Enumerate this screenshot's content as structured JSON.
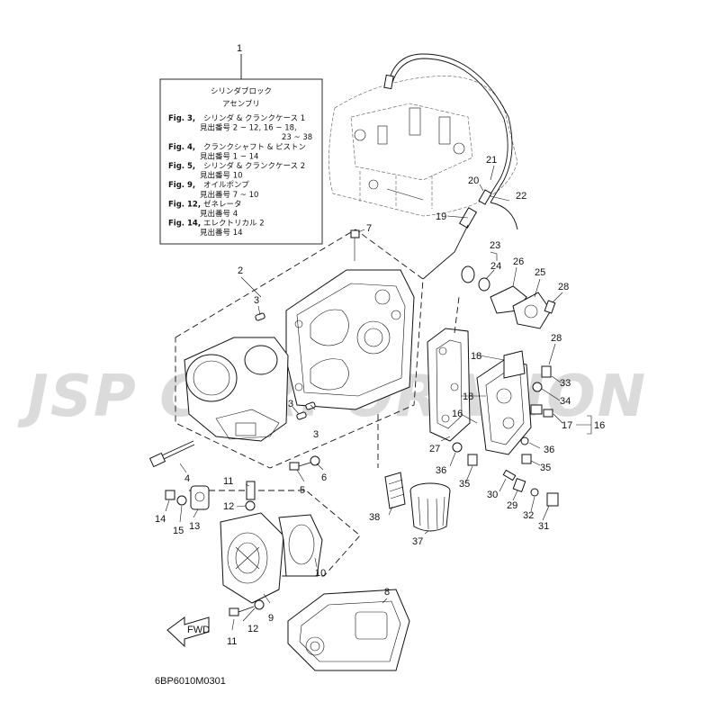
{
  "watermark": "JSP CORPORATION",
  "drawing_code": "6BP6010M0301",
  "fwd_label": "FWD",
  "reference_box": {
    "title_line1": "シリンダブロック",
    "title_line2": "アセンブリ",
    "lines": [
      {
        "fig": "Fig. 3,",
        "text": "シリンダ & クランクケース 1"
      },
      {
        "fig": "",
        "text": "見出番号 2 ~ 12, 16 ~ 18,"
      },
      {
        "fig": "",
        "text": "23 ~ 38"
      },
      {
        "fig": "Fig. 4,",
        "text": "クランクシャフト & ピストン"
      },
      {
        "fig": "",
        "text": "見出番号 1 ~ 14"
      },
      {
        "fig": "Fig. 5,",
        "text": "シリンダ & クランクケース 2"
      },
      {
        "fig": "",
        "text": "見出番号 10"
      },
      {
        "fig": "Fig. 9,",
        "text": "オイルポンプ"
      },
      {
        "fig": "",
        "text": "見出番号 7 ~ 10"
      },
      {
        "fig": "Fig. 12,",
        "text": "ゼネレータ"
      },
      {
        "fig": "",
        "text": "見出番号 4"
      },
      {
        "fig": "Fig. 14,",
        "text": "エレクトリカル 2"
      },
      {
        "fig": "",
        "text": "見出番号 14"
      }
    ]
  },
  "callouts": {
    "c1": "1",
    "c2": "2",
    "c3a": "3",
    "c3b": "3",
    "c3c": "3",
    "c4": "4",
    "c5": "5",
    "c6": "6",
    "c7": "7",
    "c8": "8",
    "c9": "9",
    "c10": "10",
    "c11a": "11",
    "c11b": "11",
    "c12a": "12",
    "c12b": "12",
    "c13": "13",
    "c14": "14",
    "c15": "15",
    "c16a": "16",
    "c16b": "16",
    "c17": "17",
    "c18a": "18",
    "c18b": "18",
    "c19": "19",
    "c20": "20",
    "c21": "21",
    "c22": "22",
    "c23": "23",
    "c24": "24",
    "c25": "25",
    "c26": "26",
    "c27": "27",
    "c28a": "28",
    "c28b": "28",
    "c29": "29",
    "c30": "30",
    "c31": "31",
    "c32": "32",
    "c33": "33",
    "c34": "34",
    "c35a": "35",
    "c35b": "35",
    "c36a": "36",
    "c36b": "36",
    "c37": "37",
    "c38": "38"
  }
}
